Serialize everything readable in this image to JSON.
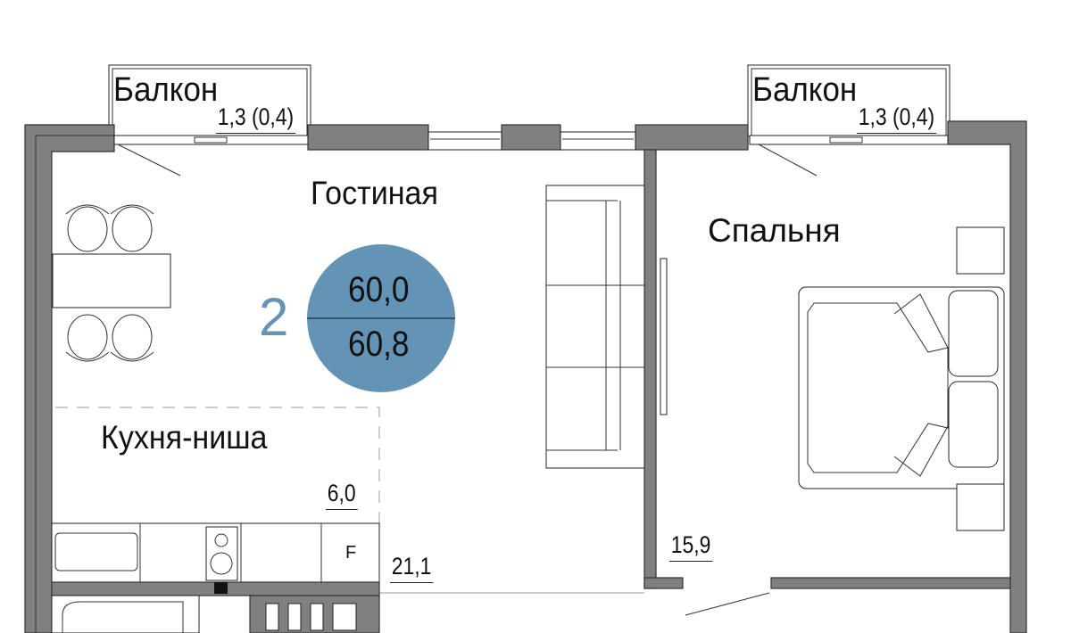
{
  "plan": {
    "rooms_count": "2",
    "total_area": "60,0",
    "total_area_with_balconies": "60,8",
    "accent_color": "#6394b5",
    "balcony_left": {
      "label": "Балкон",
      "area": "1,3 (0,4)"
    },
    "balcony_right": {
      "label": "Балкон",
      "area": "1,3 (0,4)"
    },
    "living_room": {
      "label": "Гостиная",
      "area": "21,1"
    },
    "kitchen": {
      "label": "Кухня-ниша",
      "area": "6,0",
      "fridge_mark": "F"
    },
    "bedroom": {
      "label": "Спальня",
      "area": "15,9"
    }
  }
}
